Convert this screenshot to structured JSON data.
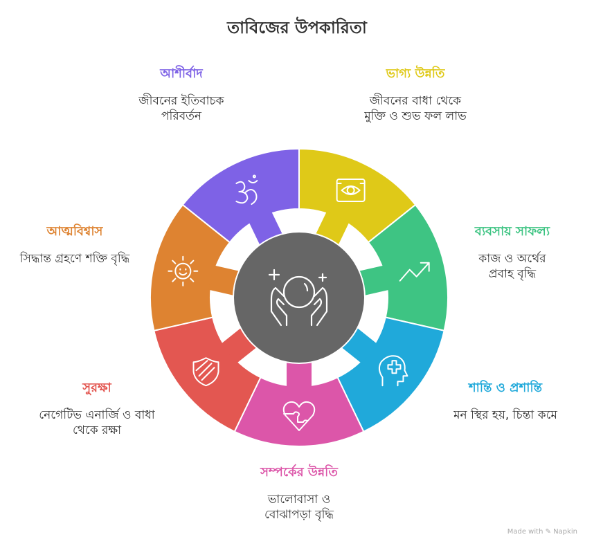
{
  "title": "তাবিজের উপকারিতা",
  "center_icon": "hands-holding-crystal-ball-icon",
  "center_color": "#666666",
  "segments": [
    {
      "title": "ভাগ্য উন্নতি",
      "desc": "জীবনের বাধা থেকে মুক্তি ও শুভ ফল লাভ",
      "color": "#DFC918",
      "icon": "eye-icon"
    },
    {
      "title": "ব্যবসায় সাফল্য",
      "desc": "কাজ ও অর্থের প্রবাহ বৃদ্ধি",
      "color": "#3EC483",
      "icon": "trending-up-icon"
    },
    {
      "title": "শান্তি ও প্রশান্তি",
      "desc": "মন স্থির হয়, চিন্তা কমে",
      "color": "#20A9DA",
      "icon": "head-health-icon"
    },
    {
      "title": "সম্পর্কের উন্নতি",
      "desc": "ভালোবাসা ও বোঝাপড়া বৃদ্ধি",
      "color": "#DC56A9",
      "icon": "heart-puzzle-icon"
    },
    {
      "title": "সুরক্ষা",
      "desc": "নেগেটিভ এনার্জি ও বাধা থেকে রক্ষা",
      "color": "#E35751",
      "icon": "shield-icon"
    },
    {
      "title": "আত্মবিশ্বাস",
      "desc": "সিদ্ধান্ত গ্রহণে শক্তি বৃদ্ধি",
      "color": "#DE8331",
      "icon": "sun-smile-icon"
    },
    {
      "title": "আশীর্বাদ",
      "desc": "জীবনের ইতিবাচক পরিবর্তন",
      "color": "#7E62E6",
      "icon": "om-icon"
    }
  ],
  "credit": "Made with ✎ Napkin"
}
